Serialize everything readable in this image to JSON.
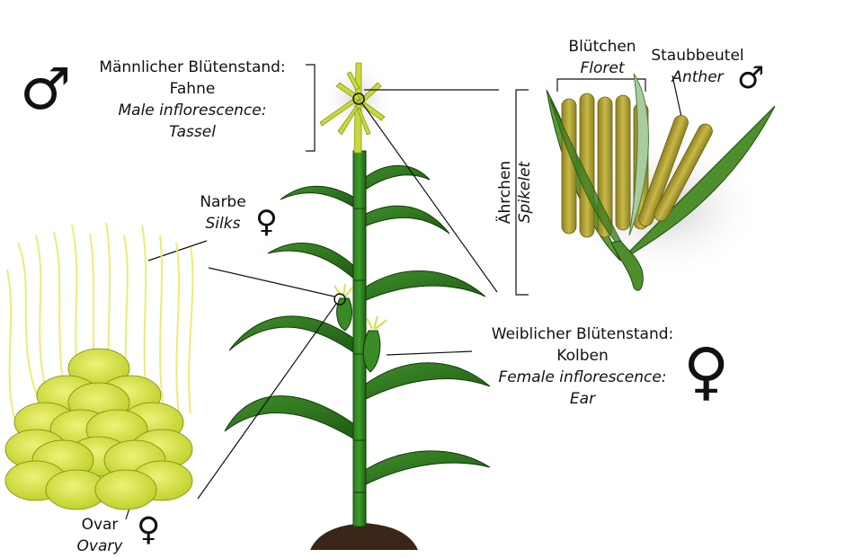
{
  "labels": {
    "male_de_1": "Männlicher Blütenstand:",
    "male_de_2": "Fahne",
    "male_en_1": "Male inflorescence:",
    "male_en_2": "Tassel",
    "silk_de": "Narbe",
    "silk_en": "Silks",
    "ovary_de": "Ovar",
    "ovary_en": "Ovary",
    "floret_de": "Blütchen",
    "floret_en": "Floret",
    "anther_de": "Staubbeutel",
    "anther_en": "Anther",
    "spikelet_de": "Ährchen",
    "spikelet_en": "Spikelet",
    "female_de_1": "Weiblicher Blütenstand:",
    "female_de_2": "Kolben",
    "female_en_1": "Female inflorescence:",
    "female_en_2": "Ear"
  },
  "symbols": {
    "male": "♂",
    "female": "♀"
  },
  "colors": {
    "stem": "#2c7a1c",
    "leaf_dark": "#1f5e12",
    "tassel": "#c9d83a",
    "silk": "#e8e86a",
    "ovary": "#d4e03c",
    "anther": "#b8a838",
    "soil": "#3a2618"
  }
}
